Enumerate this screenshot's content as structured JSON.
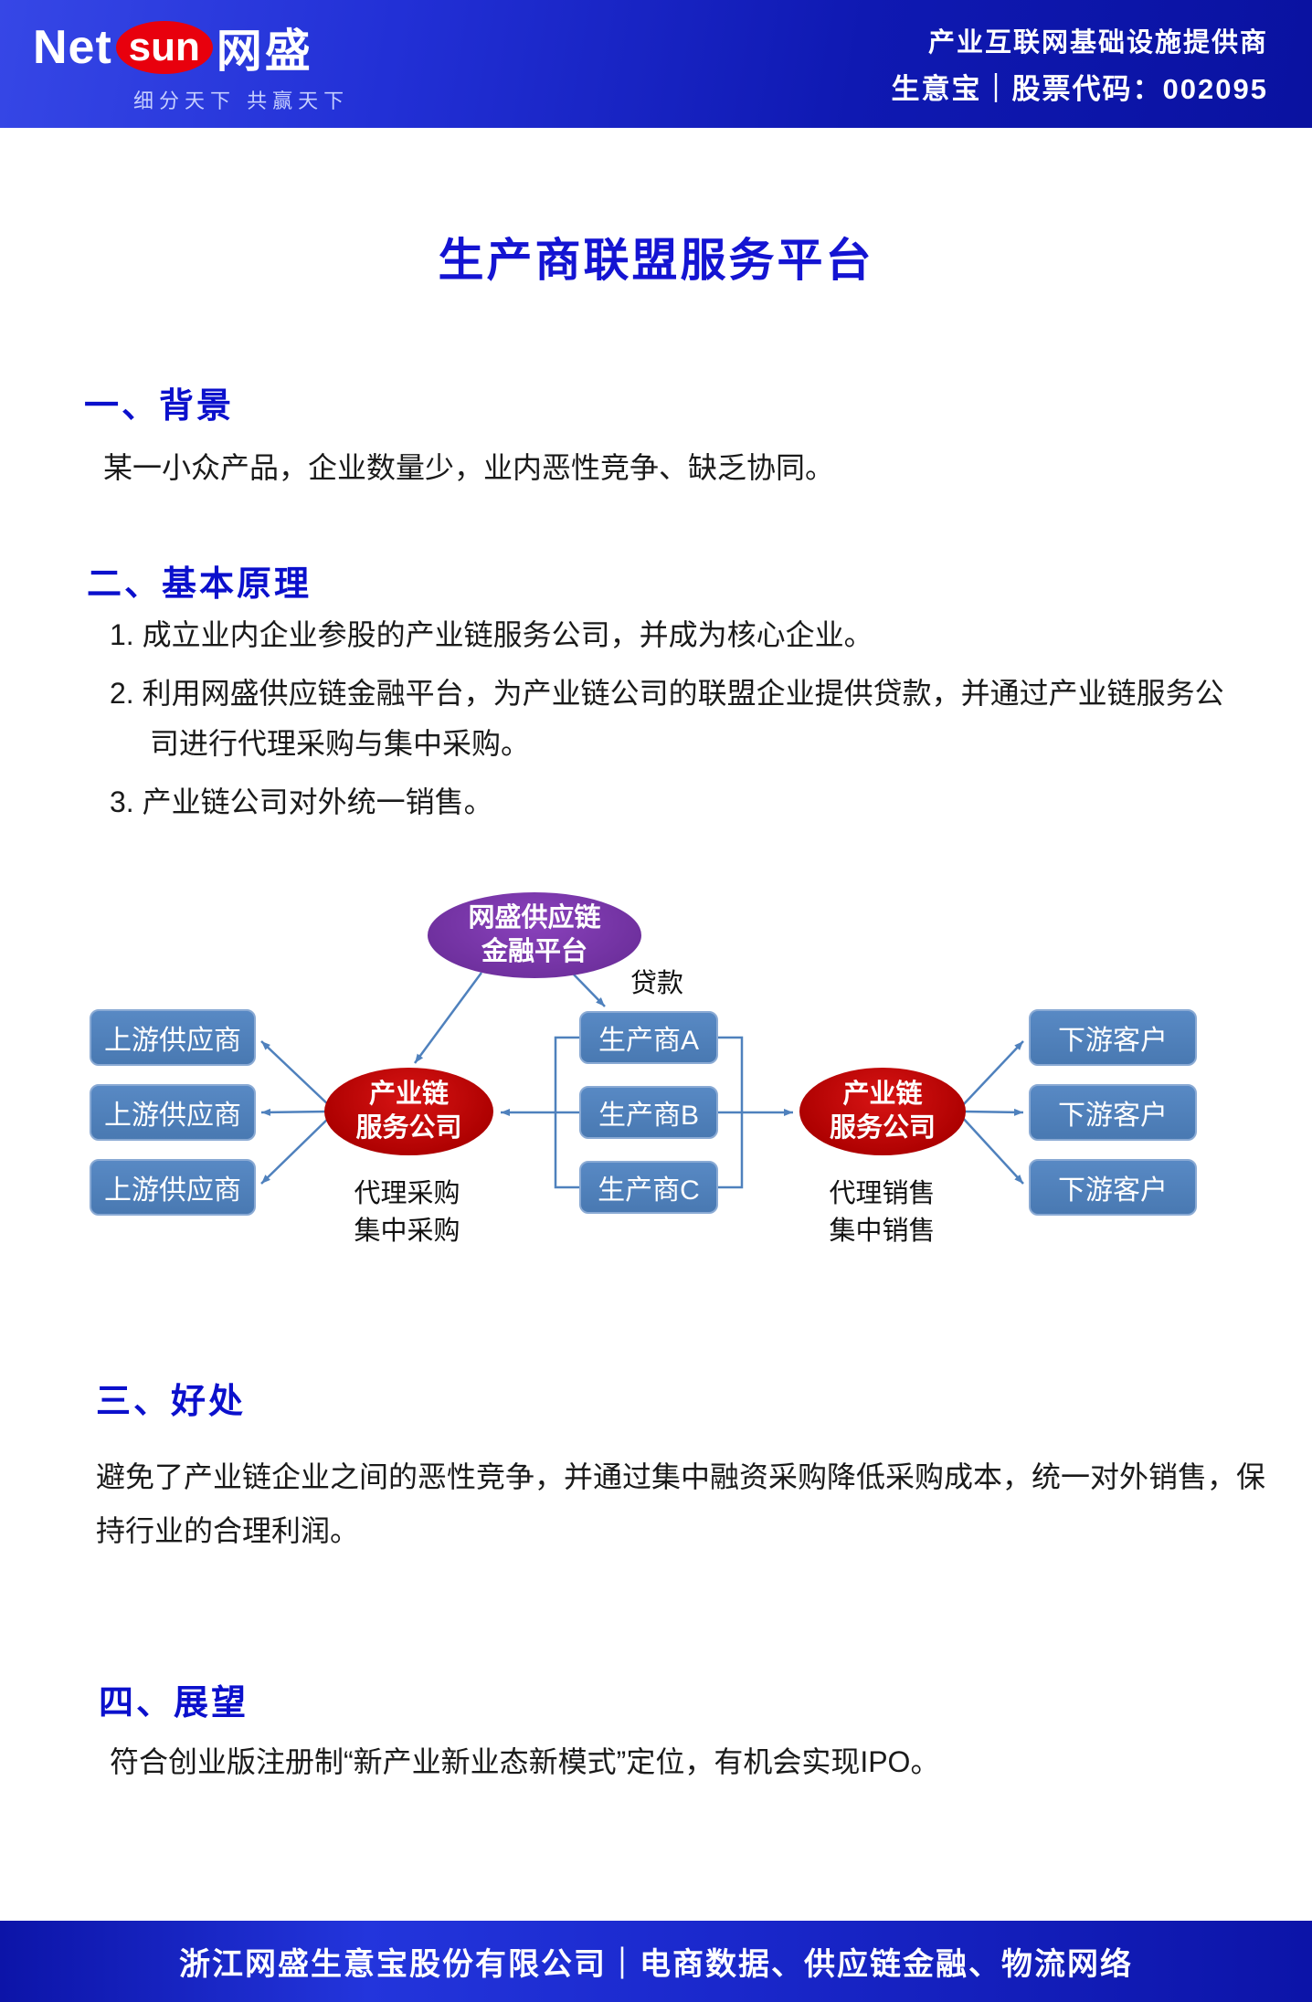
{
  "header": {
    "logo": {
      "net": "Net",
      "sun": "sun",
      "cn": "网盛",
      "tagline": "细分天下 共赢天下"
    },
    "right_line1": "产业互联网基础设施提供商",
    "right_line2": "生意宝｜股票代码：002095"
  },
  "title": "生产商联盟服务平台",
  "sections": {
    "s1": {
      "heading": "一、背景",
      "body": "某一小众产品，企业数量少，业内恶性竞争、缺乏协同。"
    },
    "s2": {
      "heading": "二、基本原理",
      "items": [
        "1. 成立业内企业参股的产业链服务公司，并成为核心企业。",
        "2. 利用网盛供应链金融平台，为产业链公司的联盟企业提供贷款，并通过产业链服务公司进行代理采购与集中采购。",
        "3. 产业链公司对外统一销售。"
      ]
    },
    "s3": {
      "heading": "三、好处",
      "body": "避免了产业链企业之间的恶性竞争，并通过集中融资采购降低采购成本，统一对外销售，保持行业的合理利润。"
    },
    "s4": {
      "heading": "四、展望",
      "body": "符合创业版注册制“新产业新业态新模式”定位，有机会实现IPO。"
    }
  },
  "diagram": {
    "platform": {
      "line1": "网盛供应链",
      "line2": "金融平台"
    },
    "loan_label": "贷款",
    "service_company": {
      "line1": "产业链",
      "line2": "服务公司"
    },
    "suppliers": [
      "上游供应商",
      "上游供应商",
      "上游供应商"
    ],
    "producers": [
      "生产商A",
      "生产商B",
      "生产商C"
    ],
    "customers": [
      "下游客户",
      "下游客户",
      "下游客户"
    ],
    "left_note": {
      "line1": "代理采购",
      "line2": "集中采购"
    },
    "right_note": {
      "line1": "代理销售",
      "line2": "集中销售"
    }
  },
  "footer": {
    "text": "浙江网盛生意宝股份有限公司｜电商数据、供应链金融、物流网络"
  },
  "colors": {
    "header_blue": "#1520c4",
    "accent_blue": "#0b10cc",
    "box_blue": "#4f81bd",
    "ellipse_red": "#c00000",
    "platform_purple": "#7030a0",
    "logo_red": "#e8000d"
  }
}
